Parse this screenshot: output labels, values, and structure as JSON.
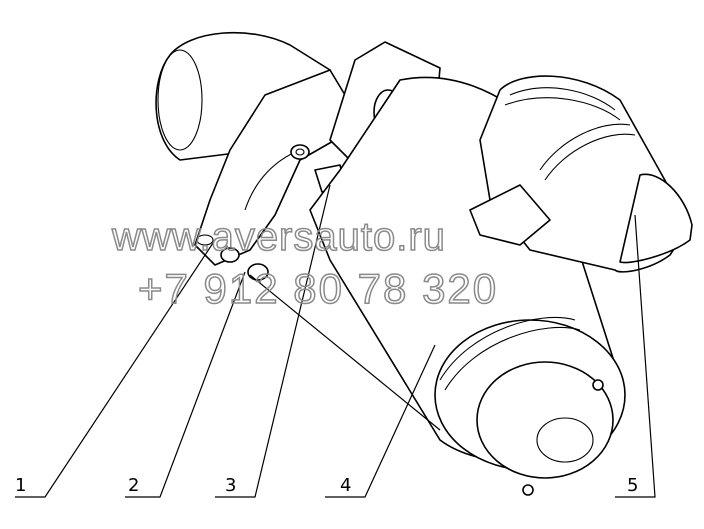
{
  "callouts": [
    {
      "label": "1"
    },
    {
      "label": "2"
    },
    {
      "label": "3"
    },
    {
      "label": "4"
    },
    {
      "label": "5"
    }
  ],
  "watermark": {
    "line1": "www.aversauto.ru",
    "line2": "+7 912 80 78 320"
  },
  "colors": {
    "line": "#000000",
    "background": "#ffffff",
    "watermark": "#8a8a8a"
  }
}
